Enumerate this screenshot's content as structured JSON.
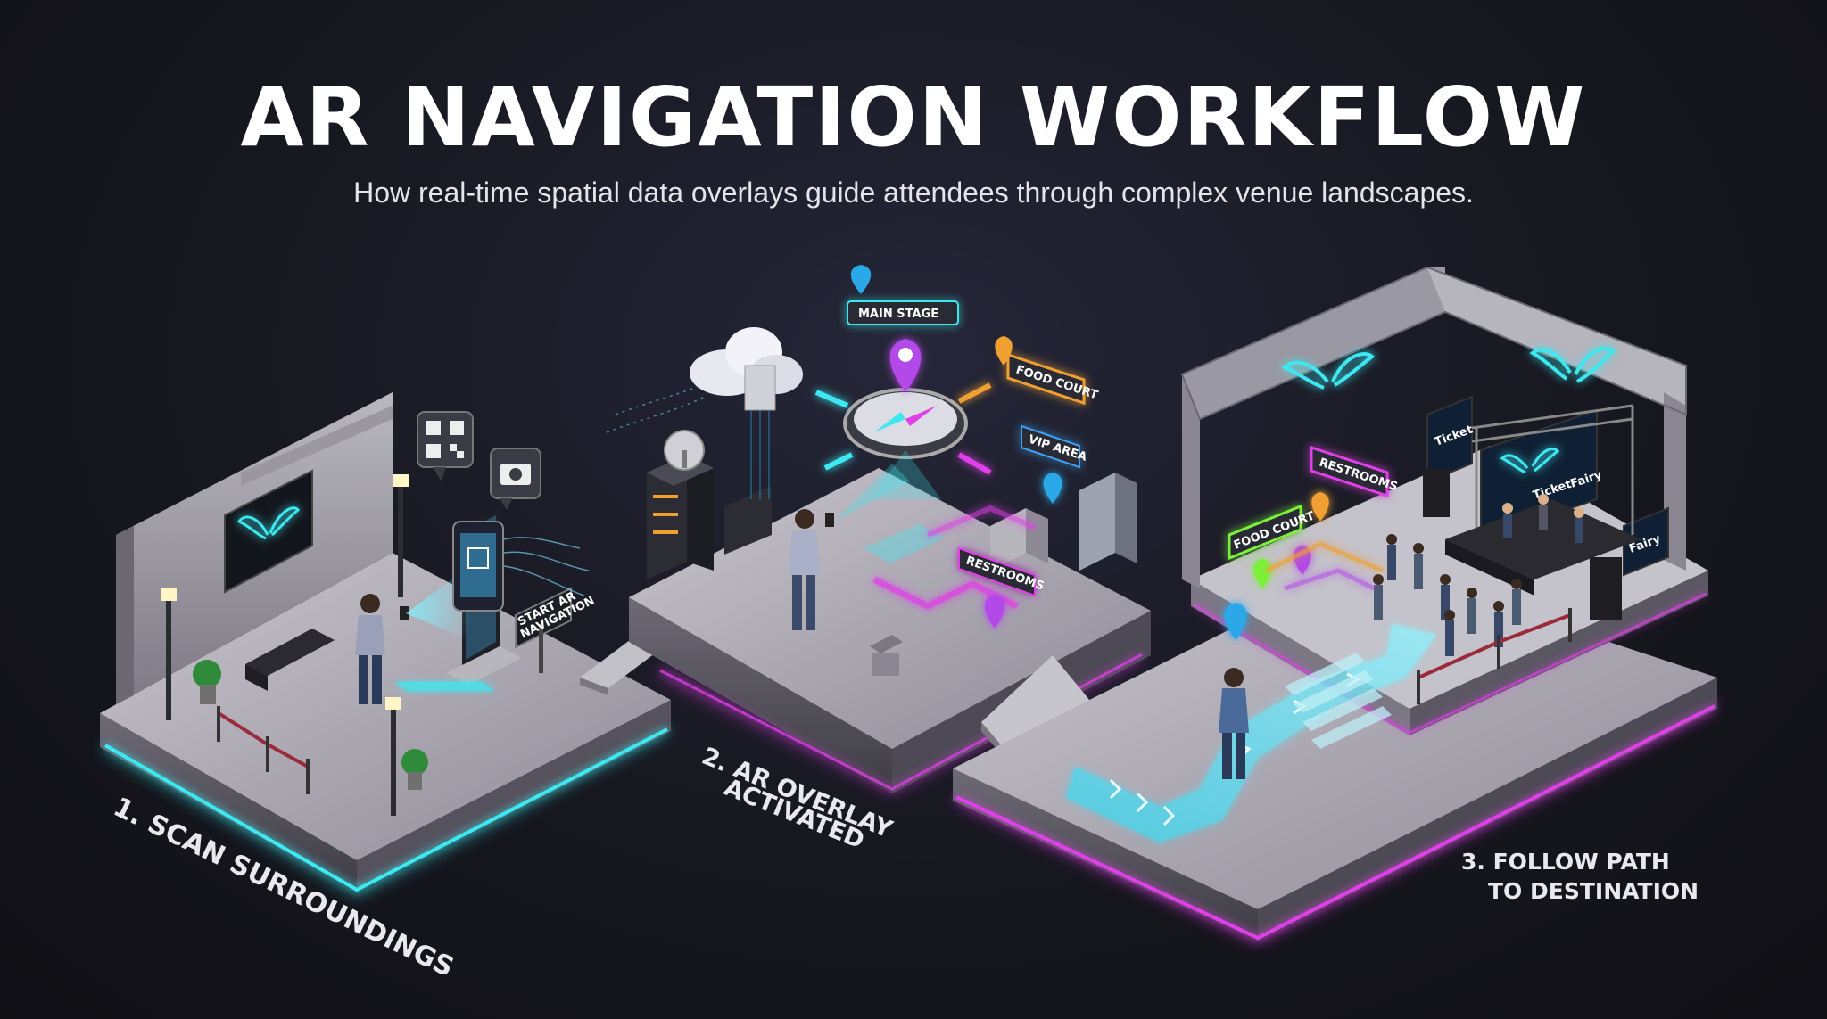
{
  "title": "AR NAVIGATION WORKFLOW",
  "subtitle": "How real-time spatial data overlays guide attendees through complex venue landscapes.",
  "steps": [
    {
      "label": "1. SCAN SURROUNDINGS"
    },
    {
      "label_line1": "2. AR OVERLAY",
      "label_line2": "ACTIVATED"
    },
    {
      "label_line1": "3. FOLLOW PATH",
      "label_line2": "TO DESTINATION"
    }
  ],
  "signs": {
    "start_line1": "START AR",
    "start_line2": "NAVIGATION",
    "main_stage": "MAIN STAGE",
    "food_court": "FOOD COURT",
    "vip_area": "VIP AREA",
    "restrooms": "RESTROOMS"
  },
  "screens": {
    "brand_line1": "Ticket",
    "brand_line2": "Fairy"
  },
  "colors": {
    "cyan": "#3ee8f0",
    "magenta": "#e040e8",
    "purple": "#b24ae8",
    "orange": "#f0a030",
    "green": "#7cf03a",
    "blue": "#2aa8e8"
  }
}
